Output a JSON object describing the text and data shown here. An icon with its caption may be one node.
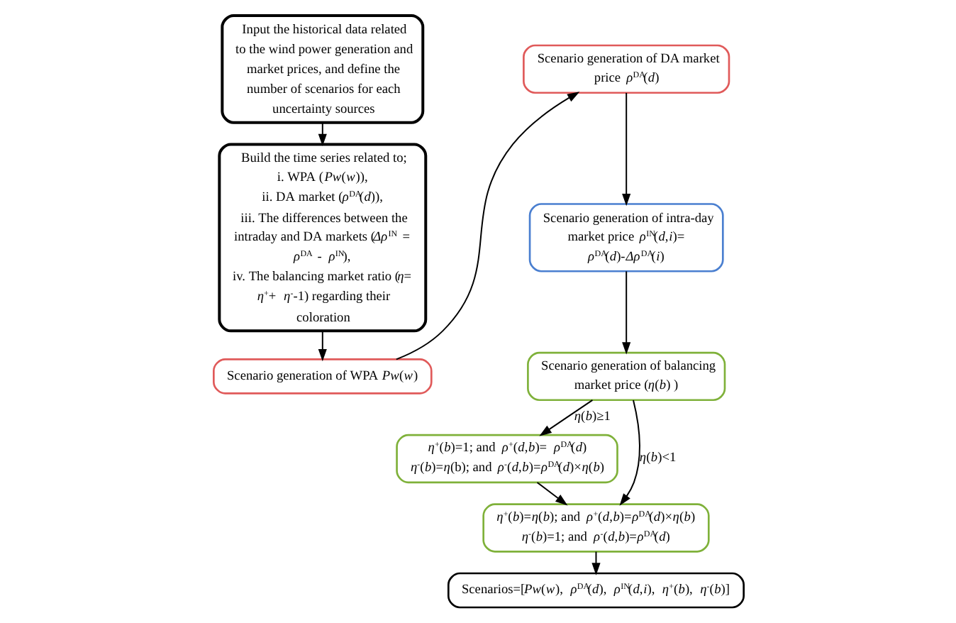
{
  "diagram": {
    "nodes": [
      {
        "text": [
          "Input the historical data related to the wind power generation and market prices, and define the number of scenarios for each uncertainty sources"
        ]
      },
      {
        "text": [
          "Build the time series related to;",
          "i. WPA (*Pw*(*w*)),",
          "ii. DA market (*ρ*$^{DA}$(*d*)),",
          "iii. The differences between the intraday and DA markets (*Δρ*$^{IN}$ = *ρ*$^{DA}$ - *ρ*$^{IN}$),",
          "iv. The balancing market ratio (*η*= *η*$^{+}$+ *η*$^{-}$-1) regarding their coloration"
        ]
      },
      {
        "text": [
          "Scenario generation of WPA *Pw*(*w*)"
        ]
      },
      {
        "text": [
          "Scenario generation of DA market price *ρ*$^{DA}$(*d*)"
        ]
      },
      {
        "text": [
          "Scenario generation of intra-day market price *ρ*$^{IN}$(*d*,*i*)= *ρ*$^{DA}$(*d*)-*Δρ*$^{DA}$(*i*)"
        ]
      },
      {
        "text": [
          "Scenario generation of balancing market price (*η*(*b*) )"
        ]
      },
      {
        "text": [
          "*η*$^{+}$(*b*)=1; and *ρ*$^{+}$(*d*,*b*)= *ρ*$^{DA}$(*d*)",
          "*η*$^{-}$(*b*)=*η*(b); and *ρ*$^{-}$(*d*,*b*)=*ρ*$^{DA}$(*d*)×*η*(*b*)"
        ]
      },
      {
        "text": [
          "*η*$^{+}$(*b*)=*η*(*b*); and *ρ*$^{+}$(*d*,*b*)=*ρ*$^{DA}$(*d*)×*η*(*b*)",
          "*η*$^{-}$(*b*)=1; and *ρ*$^{-}$(*d*,*b*)=*ρ*$^{DA}$(*d*)"
        ]
      },
      {
        "text": [
          "Scenarios=[*Pw*(*w*), *ρ*$^{DA}$(*d*), *ρ*$^{IN}$(*d*,*i*), *η*$^{+}$(*b*), *η*$^{-}$(*b*)]"
        ]
      }
    ],
    "edges": [
      {
        "from": 0,
        "to": 1,
        "arrow": "to"
      },
      {
        "from": 1,
        "to": 2,
        "arrow": "to"
      },
      {
        "from": 2,
        "to": 3,
        "arrow": "to"
      },
      {
        "from": 3,
        "to": 4,
        "arrow": "to"
      },
      {
        "from": 4,
        "to": 5,
        "arrow": "to"
      },
      {
        "from": 5,
        "to": 6,
        "arrow": "to",
        "label": "*η*(*b*)≥1"
      },
      {
        "from": 5,
        "to": 7,
        "arrow": "to",
        "label": "*η*(*b*)<1"
      },
      {
        "from": 6,
        "to": 7,
        "arrow": "to"
      },
      {
        "from": 7,
        "to": 8,
        "arrow": "to"
      }
    ]
  }
}
